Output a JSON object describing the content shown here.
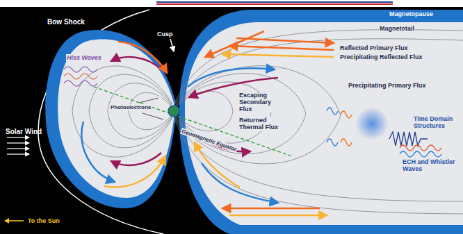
{
  "diagram": {
    "labels": [
      "Bow Shock",
      "Cusp",
      "Solar Wind",
      "Hiss Waves",
      "Photoelectrons",
      "Geomagnetic Equator",
      "Escaping Secondary Flux",
      "Returned Thermal Flux",
      "Magnetopause",
      "Magnetotail",
      "Reflected Primary Flux",
      "Precipitating Reflected Flux",
      "Precipitating Primary Flux",
      "Time Domain Structures",
      "ECH and Whistler Waves",
      "To the Sun"
    ]
  }
}
